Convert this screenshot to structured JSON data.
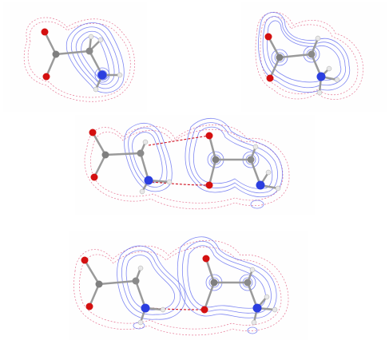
{
  "figure": {
    "panels": [
      {
        "id": "a",
        "description_key": "glycine-neutral"
      },
      {
        "id": "b",
        "description_key": "glycine-zwitterion"
      },
      {
        "id": "c",
        "description_key": "dimer-1"
      },
      {
        "id": "d",
        "description_key": "dimer-2"
      }
    ],
    "colors": {
      "background": "#ffffff",
      "positive_contour": "#5560ee",
      "negative_contour": "#e0557a",
      "bond_path": "#d01020",
      "carbon": "#7f7f7f",
      "oxygen": "#d41010",
      "nitrogen": "#2b3ee0",
      "hydrogen": "#e8e8e8",
      "bond": "#9a9a9a"
    }
  }
}
